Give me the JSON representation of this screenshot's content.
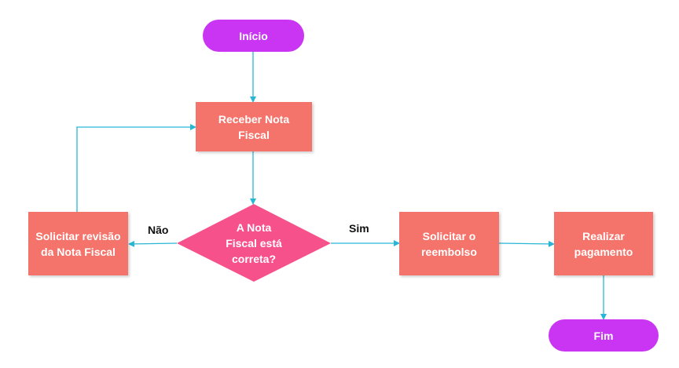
{
  "colors": {
    "terminal": "#c935f2",
    "process": "#f4736a",
    "decision": "#f7518c",
    "connector": "#29b6d6",
    "node_text": "#ffffff",
    "edge_label_text": "#111111"
  },
  "nodes": {
    "start": {
      "label": "Início",
      "shape": "terminal"
    },
    "receive": {
      "label": "Receber Nota\nFiscal",
      "shape": "process"
    },
    "decision": {
      "label": "A Nota\nFiscal está\ncorreta?",
      "shape": "decision"
    },
    "request_revision": {
      "label": "Solicitar revisão\nda Nota Fiscal",
      "shape": "process"
    },
    "request_refund": {
      "label": "Solicitar o\nreembolso",
      "shape": "process"
    },
    "payment": {
      "label": "Realizar\npagamento",
      "shape": "process"
    },
    "end": {
      "label": "Fim",
      "shape": "terminal"
    }
  },
  "edges": [
    {
      "from": "start",
      "to": "receive",
      "label": ""
    },
    {
      "from": "receive",
      "to": "decision",
      "label": ""
    },
    {
      "from": "decision",
      "to": "request_revision",
      "label": "Não"
    },
    {
      "from": "decision",
      "to": "request_refund",
      "label": "Sim"
    },
    {
      "from": "request_revision",
      "to": "receive",
      "label": ""
    },
    {
      "from": "request_refund",
      "to": "payment",
      "label": ""
    },
    {
      "from": "payment",
      "to": "end",
      "label": ""
    }
  ]
}
